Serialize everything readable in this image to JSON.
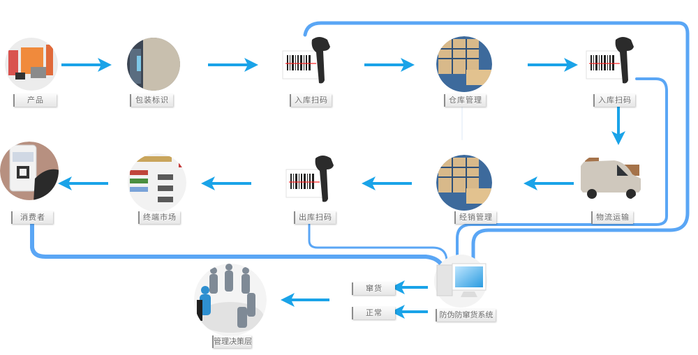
{
  "colors": {
    "arrow": "#1aa3e8",
    "connector": "#5aa6f5",
    "label_text": "#6a6a6a"
  },
  "nodes": {
    "product": {
      "label": "产品",
      "icon": "product-packaging-image"
    },
    "packaging": {
      "label": "包装标识",
      "icon": "packaging-machine-image"
    },
    "inbound_scan_1": {
      "label": "入库扫码",
      "icon": "barcode-scanner-image"
    },
    "warehouse": {
      "label": "仓库管理",
      "icon": "warehouse-image"
    },
    "inbound_scan_2": {
      "label": "入库扫码",
      "icon": "barcode-scanner-image"
    },
    "logistics": {
      "label": "物流运输",
      "icon": "delivery-van-image"
    },
    "distribution": {
      "label": "经销管理",
      "icon": "warehouse-image"
    },
    "outbound_scan": {
      "label": "出库扫码",
      "icon": "barcode-scanner-image"
    },
    "retail": {
      "label": "终端市场",
      "icon": "retail-store-image"
    },
    "consumer": {
      "label": "消费者",
      "icon": "phone-qr-scan-image"
    },
    "system": {
      "label": "防伪防窜货系统",
      "icon": "computer-monitor-image"
    },
    "management": {
      "label": "管理决策层",
      "icon": "meeting-people-image"
    }
  },
  "system_outputs": [
    {
      "label": "窜货"
    },
    {
      "label": "正常"
    }
  ]
}
